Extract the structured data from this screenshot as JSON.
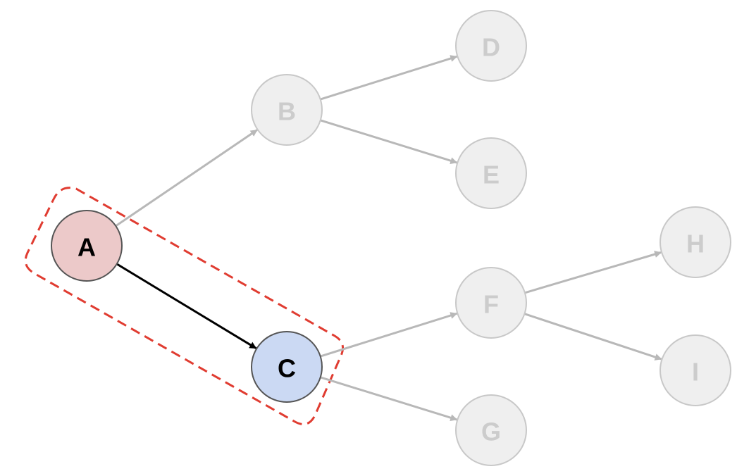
{
  "diagram": {
    "nodes": [
      {
        "id": "A",
        "label": "A",
        "state": "active",
        "fill": "#ecc9c9",
        "stroke": "#555555",
        "text_color": "#000000"
      },
      {
        "id": "B",
        "label": "B",
        "state": "inactive",
        "fill": "#efefef",
        "stroke": "#c8c8c8",
        "text_color": "#cccccc"
      },
      {
        "id": "C",
        "label": "C",
        "state": "active",
        "fill": "#cbd9f3",
        "stroke": "#555555",
        "text_color": "#000000"
      },
      {
        "id": "D",
        "label": "D",
        "state": "inactive",
        "fill": "#efefef",
        "stroke": "#c8c8c8",
        "text_color": "#cccccc"
      },
      {
        "id": "E",
        "label": "E",
        "state": "inactive",
        "fill": "#efefef",
        "stroke": "#c8c8c8",
        "text_color": "#cccccc"
      },
      {
        "id": "F",
        "label": "F",
        "state": "inactive",
        "fill": "#efefef",
        "stroke": "#c8c8c8",
        "text_color": "#cccccc"
      },
      {
        "id": "G",
        "label": "G",
        "state": "inactive",
        "fill": "#efefef",
        "stroke": "#c8c8c8",
        "text_color": "#cccccc"
      },
      {
        "id": "H",
        "label": "H",
        "state": "inactive",
        "fill": "#efefef",
        "stroke": "#c8c8c8",
        "text_color": "#cccccc"
      },
      {
        "id": "I",
        "label": "I",
        "state": "inactive",
        "fill": "#efefef",
        "stroke": "#c8c8c8",
        "text_color": "#cccccc"
      }
    ],
    "edges": [
      {
        "from": "A",
        "to": "B",
        "state": "inactive"
      },
      {
        "from": "A",
        "to": "C",
        "state": "active"
      },
      {
        "from": "B",
        "to": "D",
        "state": "inactive"
      },
      {
        "from": "B",
        "to": "E",
        "state": "inactive"
      },
      {
        "from": "C",
        "to": "F",
        "state": "inactive"
      },
      {
        "from": "C",
        "to": "G",
        "state": "inactive"
      },
      {
        "from": "F",
        "to": "H",
        "state": "inactive"
      },
      {
        "from": "F",
        "to": "I",
        "state": "inactive"
      }
    ],
    "highlight": {
      "encloses": [
        "A",
        "C"
      ],
      "style": "dashed",
      "color": "#e03c31"
    },
    "colors": {
      "edge_active": "#000000",
      "edge_inactive": "#b8b8b8"
    }
  }
}
